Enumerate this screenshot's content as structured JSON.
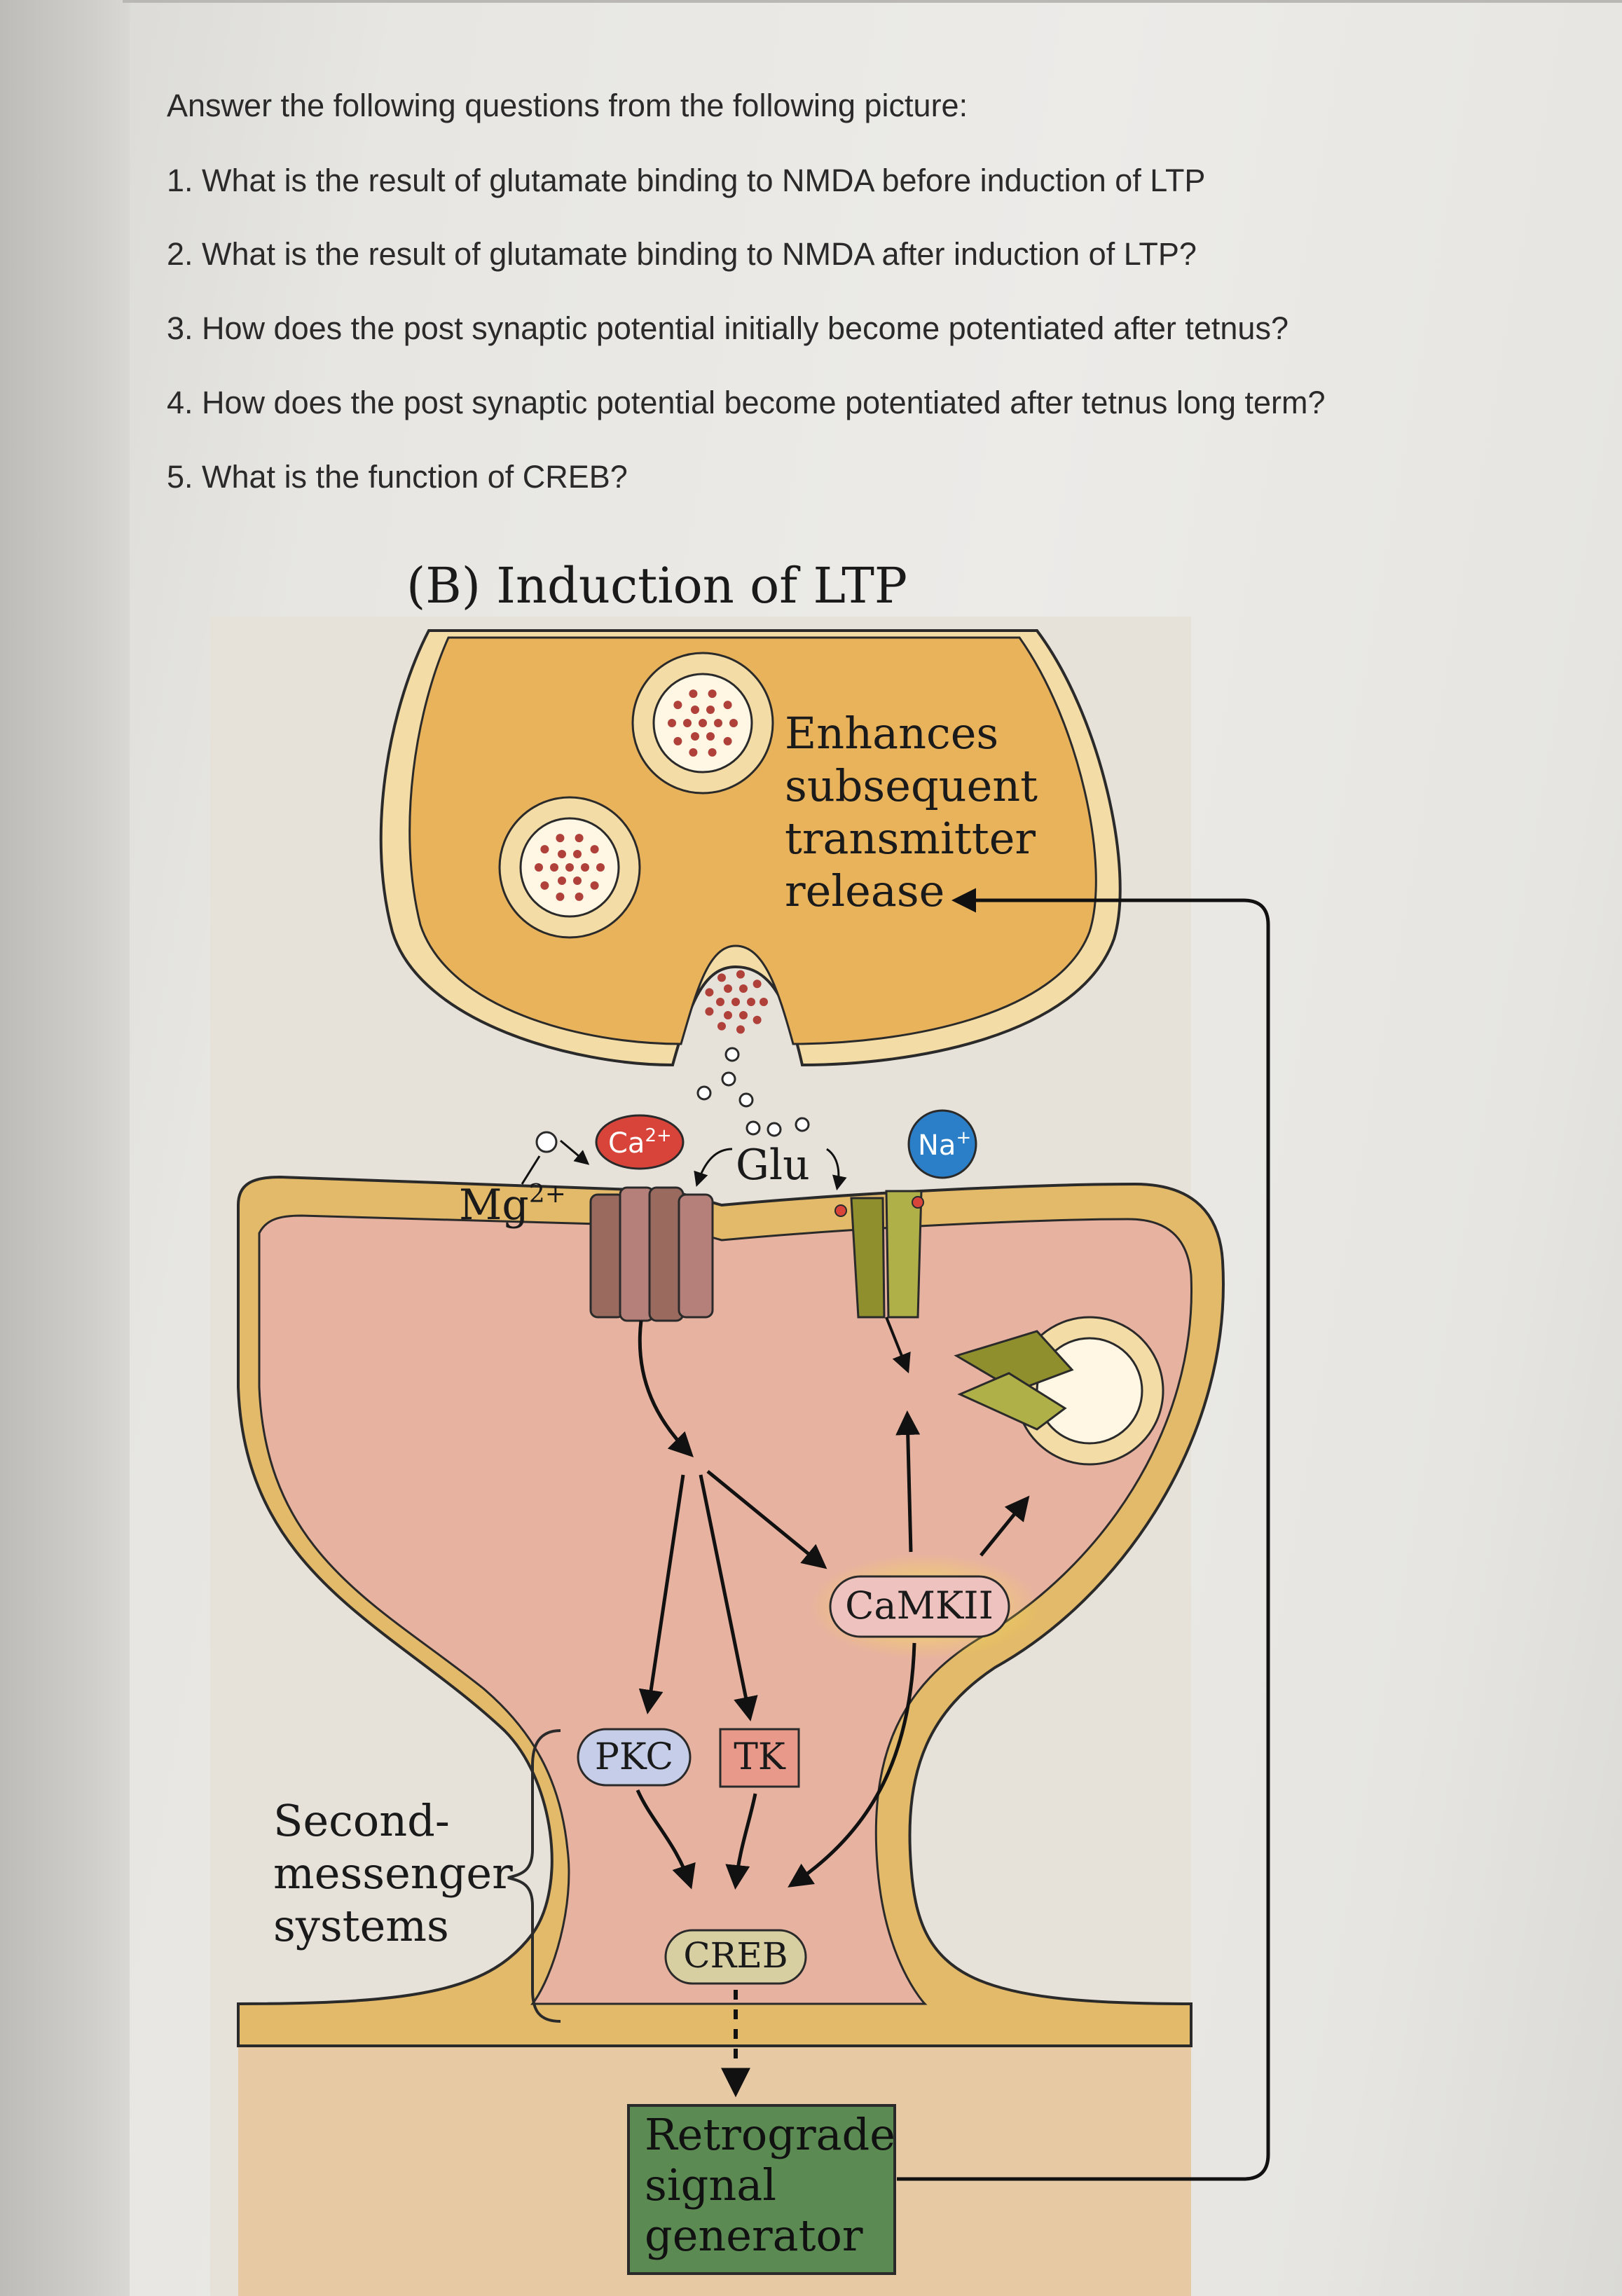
{
  "questions": {
    "intro": "Answer the following questions from the following picture:",
    "items": [
      "1. What is the result of glutamate binding to NMDA before induction of LTP",
      "2. What is the result of glutamate binding to NMDA after induction of LTP?",
      "3. How does the post synaptic potential initially become potentiated after tetnus?",
      "4. How does the post synaptic potential become potentiated after tetnus long term?",
      "5. What is the function of CREB?"
    ]
  },
  "diagram": {
    "title": "(B) Induction of LTP",
    "enhances_lines": [
      "Enhances",
      "subsequent",
      "transmitter",
      "release"
    ],
    "ion_ca": "Ca",
    "ion_ca_charge": "2+",
    "ion_na": "Na",
    "ion_na_charge": "+",
    "mg_label": "Mg",
    "mg_charge": "2+",
    "glu_label": "Glu",
    "camkii_label": "CaMKII",
    "pkc_label": "PKC",
    "tk_label": "TK",
    "creb_label": "CREB",
    "second_messenger_lines": [
      "Second-",
      "messenger",
      "systems"
    ],
    "retrograde_lines": [
      "Retrograde",
      "signal",
      "generator"
    ],
    "colors": {
      "presynaptic": "#e9b35c",
      "postsynaptic": "#e8b2a0",
      "membrane": "#e3ba6a",
      "calcium": "#d9443a",
      "sodium": "#2b7fc8",
      "retrograde_box": "#5b8a52",
      "camkii_glow": "#f4e24a"
    }
  }
}
